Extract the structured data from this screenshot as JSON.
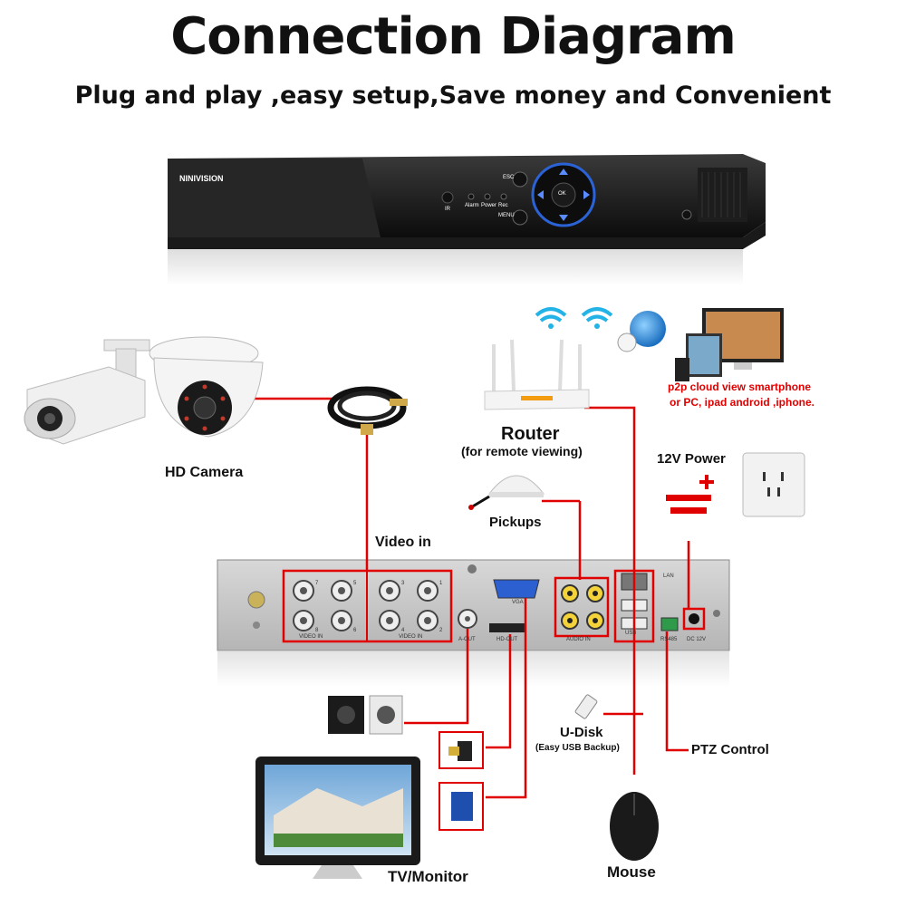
{
  "title": "Connection Diagram",
  "subtitle": "Plug and play ,easy setup,Save money and Convenient",
  "dvr": {
    "brand": "NINIVISION",
    "esc": "ESC",
    "menu": "MENU",
    "ok": "OK",
    "ir": "IR",
    "alarm": "Alarm",
    "power": "Power",
    "rec": "Rec"
  },
  "labels": {
    "hd_camera": "HD Camera",
    "video_in": "Video in",
    "router": "Router",
    "router_sub": "(for remote viewing)",
    "pickups": "Pickups",
    "power": "12V Power",
    "p2p_line1": "p2p cloud  view smartphone",
    "p2p_line2": "or PC, ipad android ,iphone.",
    "u_disk": "U-Disk",
    "u_disk_sub": "(Easy USB Backup)",
    "ptz": "PTZ Control",
    "tv": "TV/Monitor",
    "mouse": "Mouse"
  },
  "rear_panel": {
    "video_in_left": "VIDEO IN",
    "video_in_right": "VIDEO IN",
    "a_out": "A-OUT",
    "hd_out": "HD-OUT",
    "vga": "VGA",
    "audio_in": "AUDIO IN",
    "lan": "LAN",
    "usb": "USB",
    "rs485": "RS485",
    "dc12v": "DC 12V",
    "ch": [
      "7",
      "5",
      "3",
      "1",
      "8",
      "6",
      "4",
      "2"
    ]
  }
}
